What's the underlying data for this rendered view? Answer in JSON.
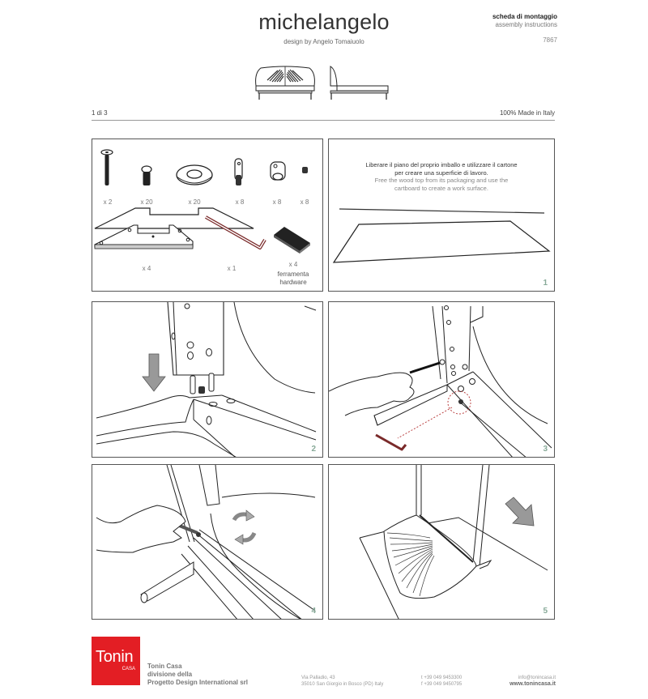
{
  "header": {
    "title": "michelangelo",
    "designer": "design by Angelo Tomaiuolo",
    "doc_type_it": "scheda di montaggio",
    "doc_type_en": "assembly instructions",
    "code": "7867",
    "page": "1 di 3",
    "made_in": "100% Made in Italy"
  },
  "panels": {
    "hardware": {
      "items_row1": [
        {
          "name": "countersunk-bolt",
          "qty": "x 2"
        },
        {
          "name": "button-head-bolt",
          "qty": "x 20"
        },
        {
          "name": "washer",
          "qty": "x 20"
        },
        {
          "name": "pin-connector",
          "qty": "x 8"
        },
        {
          "name": "barrel-nut",
          "qty": "x 8"
        },
        {
          "name": "grub-screw",
          "qty": "x 8"
        }
      ],
      "items_row2": [
        {
          "name": "corner-bracket",
          "qty": "x 4"
        },
        {
          "name": "allen-key",
          "qty": "x 1"
        },
        {
          "name": "felt-pad",
          "qty": "x 4"
        }
      ],
      "label_it": "ferramenta",
      "label_en": "hardware"
    },
    "step1": {
      "number": "1",
      "text_it_1": "Liberare il piano del proprio imballo e utilizzare il cartone",
      "text_it_2": "per creare una superficie di lavoro.",
      "text_en_1": "Free the wood top from its packaging and use the",
      "text_en_2": "cartboard to create a work surface."
    },
    "step2": {
      "number": "2"
    },
    "step3": {
      "number": "3"
    },
    "step4": {
      "number": "4"
    },
    "step5": {
      "number": "5"
    }
  },
  "footer": {
    "logo_main": "Tonin",
    "logo_sub": "CASA",
    "company_1": "Tonin Casa",
    "company_2": "divisione della",
    "company_3": "Progetto Design International srl",
    "address_1": "Via Palladio, 43",
    "address_2": "35010 San Giorgio in Bosco (PD) Italy",
    "tel": "t +39 049 9453300",
    "fax": "f +39 049 9450795",
    "email": "info@tonincasa.it",
    "website": "www.tonincasa.it"
  },
  "colors": {
    "brand_red": "#e31e24",
    "panel_border": "#555555",
    "arrow_gray": "#999999",
    "allen_key": "#7a2a2a"
  }
}
